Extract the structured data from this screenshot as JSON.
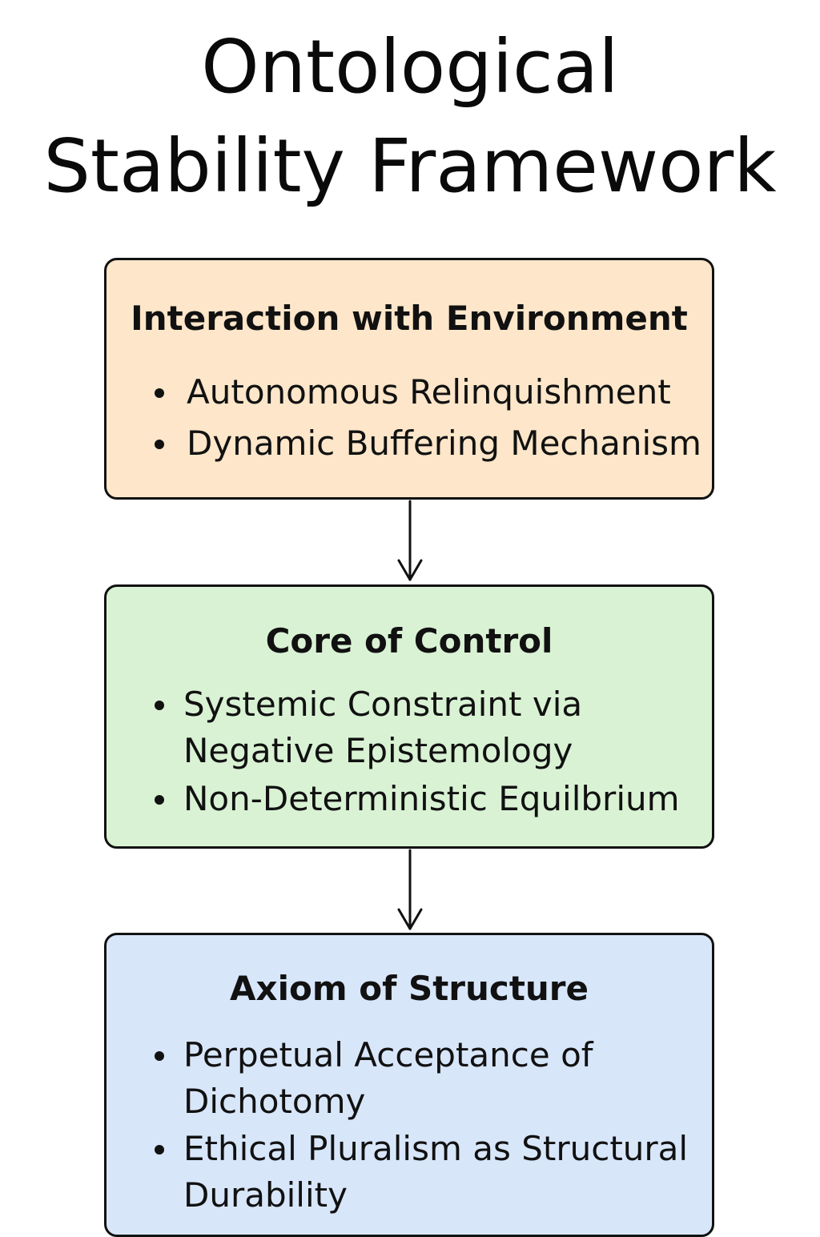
{
  "title": {
    "line1": "Ontological",
    "line2": "Stability Framework"
  },
  "boxes": [
    {
      "heading": "Interaction with Environment",
      "fill": "#fde6c9",
      "items": [
        [
          "Autonomous Relinquishment"
        ],
        [
          "Dynamic Buffering Mechanism"
        ]
      ]
    },
    {
      "heading": "Core of Control",
      "fill": "#d9f2d4",
      "items": [
        [
          "Systemic Constraint via",
          "Negative Epistemology"
        ],
        [
          "Non-Deterministic Equilbrium"
        ]
      ]
    },
    {
      "heading": "Axiom of Structure",
      "fill": "#d8e6fa",
      "items": [
        [
          "Perpetual Acceptance of",
          "Dichotomy"
        ],
        [
          "Ethical Pluralism as Structural",
          "Durability"
        ]
      ]
    }
  ],
  "arrow_icon": "arrow-down-icon"
}
